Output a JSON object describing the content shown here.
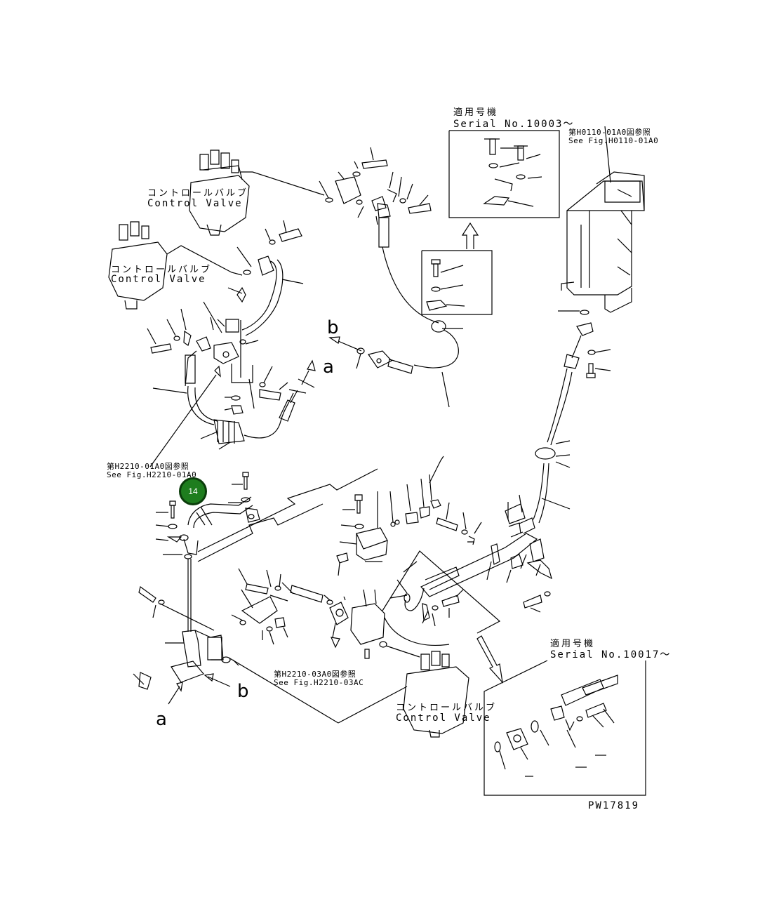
{
  "labels": {
    "control_valve_1_jp": "コントロールバルブ",
    "control_valve_1_en": "Control Valve",
    "control_valve_2_jp": "コントロールバルブ",
    "control_valve_2_en": "Control Valve",
    "control_valve_3_jp": "コントロールバルブ",
    "control_valve_3_en": "Control Valve",
    "serial_box_1_jp": "適用号機",
    "serial_box_1_en": "Serial No.10003～",
    "serial_box_2_jp": "適用号機",
    "serial_box_2_en": "Serial No.10017～",
    "ref_h0110_jp": "第H0110-01A0図参照",
    "ref_h0110_en": "See Fig.H0110-01A0",
    "ref_h2210_01_jp": "第H2210-01A0図参照",
    "ref_h2210_01_en": "See Fig.H2210-01A0",
    "ref_h2210_03_jp": "第H2210-03A0図参照",
    "ref_h2210_03_en": "See Fig.H2210-03AC",
    "view_a_1": "a",
    "view_a_2": "a",
    "view_b_1": "b",
    "view_b_2": "b",
    "drawing_code": "PW17819"
  },
  "callout": {
    "number": "14",
    "color": "#1e7d1e"
  }
}
